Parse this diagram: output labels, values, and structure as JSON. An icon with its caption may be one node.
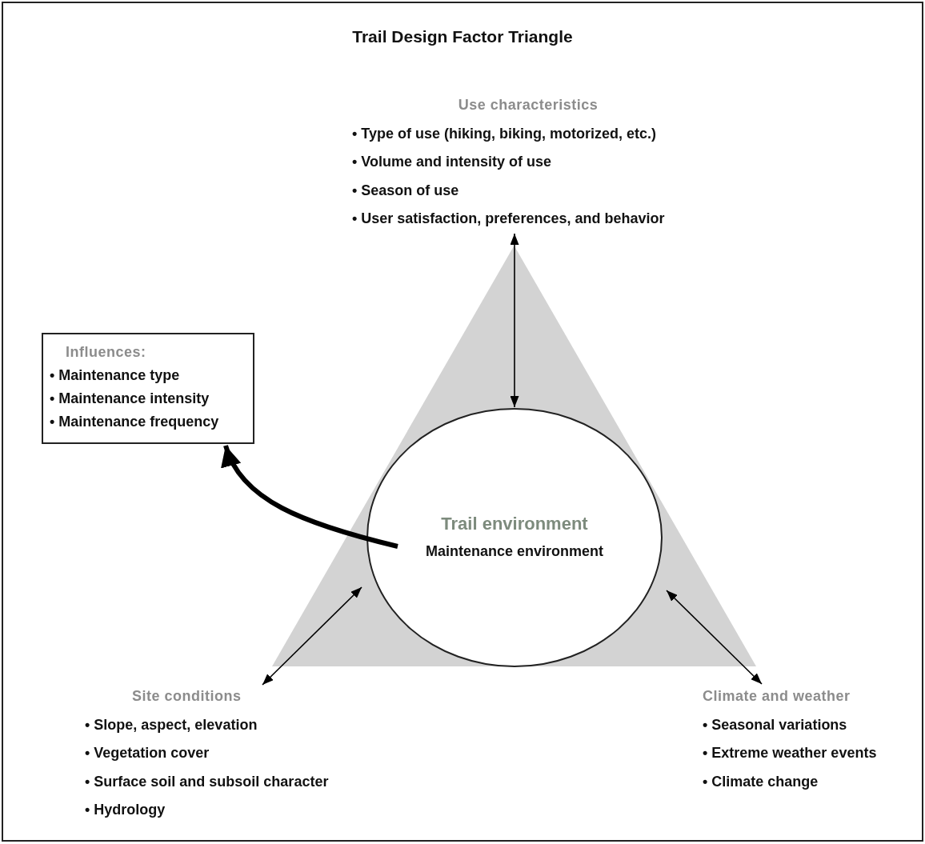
{
  "diagram": {
    "title": "Trail Design Factor Triangle",
    "nodes": [
      {
        "text": [
          "Use characteristics",
          "• Type of use (hiking, biking, motorized, etc.)",
          "• Volume and intensity of use",
          "• Season of use",
          "• User satisfaction, preferences, and behavior"
        ]
      },
      {
        "text": [],
        "shape": "triangle"
      },
      {
        "text": [
          "Trail environment",
          "Maintenance environment"
        ],
        "in": 1
      },
      {
        "text": [
          "Influences:",
          "• Maintenance type",
          "• Maintenance intensity",
          "• Maintenance frequency"
        ]
      },
      {
        "text": [
          "Site conditions",
          "• Slope, aspect, elevation",
          "• Vegetation cover",
          "• Surface soil and subsoil character",
          "• Hydrology"
        ]
      },
      {
        "text": [
          "Climate and weather",
          "• Seasonal variations",
          "• Extreme weather events",
          "• Climate change"
        ]
      }
    ],
    "edges": [
      {
        "from": 2,
        "to": 0,
        "arrow": "both"
      },
      {
        "from": 2,
        "to": 4,
        "arrow": "both"
      },
      {
        "from": 2,
        "to": 5,
        "arrow": "both"
      },
      {
        "from": 2,
        "to": 3,
        "arrow": "to",
        "style": "thick"
      }
    ]
  }
}
